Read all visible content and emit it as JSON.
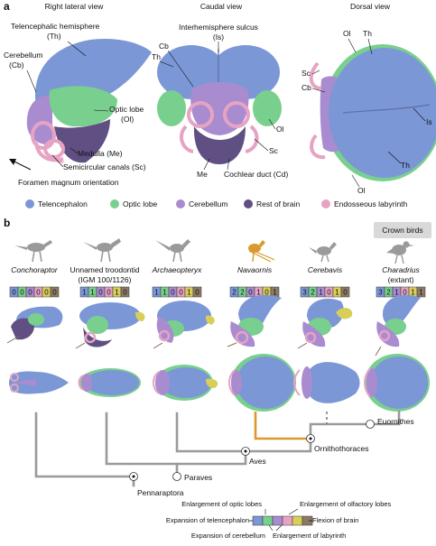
{
  "panel_a": {
    "label": "a",
    "view_titles": [
      "Right lateral view",
      "Caudal view",
      "Dorsal view"
    ],
    "lateral_labels": {
      "th": "Telencephalic hemisphere",
      "th_abbr": "(Th)",
      "cb": "Cerebellum",
      "cb_abbr": "(Cb)",
      "ol": "Optic lobe",
      "ol_abbr": "(Ol)",
      "me": "Medulla (Me)",
      "sc": "Semicircular canals (Sc)",
      "fm": "Foramen magnum orientation"
    },
    "caudal_labels": {
      "is": "Interhemisphere sulcus",
      "is_abbr": "(Is)",
      "cb": "Cb",
      "th": "Th",
      "ol": "Ol",
      "sc": "Sc",
      "me": "Me",
      "cd": "Cochlear duct (Cd)"
    },
    "dorsal_labels": {
      "ol_top": "Ol",
      "th_top": "Th",
      "sc": "Sc",
      "cb": "Cb",
      "is": "Is",
      "th_bottom": "Th",
      "ol_bottom": "Ol"
    },
    "legend": [
      {
        "label": "Telencephalon",
        "color": "#7b97d6"
      },
      {
        "label": "Optic lobe",
        "color": "#79cf8e"
      },
      {
        "label": "Cerebellum",
        "color": "#a98bd0"
      },
      {
        "label": "Rest of brain",
        "color": "#5f4f82"
      },
      {
        "label": "Endosseous labyrinth",
        "color": "#e6a3c3"
      }
    ]
  },
  "panel_b": {
    "label": "b",
    "crown_label": "Crown birds",
    "taxa": [
      {
        "name": "Conchoraptor",
        "italic": true,
        "code": [
          "0",
          "0",
          "0",
          "0",
          "0",
          "0"
        ]
      },
      {
        "name": "Unnamed troodontid",
        "sub": "(IGM 100/1126)",
        "italic": false,
        "code": [
          "1",
          "1",
          "0",
          "0",
          "1",
          "0"
        ]
      },
      {
        "name": "Archaeopteryx",
        "italic": true,
        "code": [
          "1",
          "1",
          "0",
          "0",
          "1",
          "0"
        ]
      },
      {
        "name": "Navaornis",
        "italic": true,
        "code": [
          "2",
          "2",
          "0",
          "1",
          "0",
          "1"
        ]
      },
      {
        "name": "Cerebavis",
        "italic": true,
        "code": [
          "3",
          "2",
          "1",
          "0",
          "1",
          "0"
        ]
      },
      {
        "name": "Charadrius",
        "sub": "(extant)",
        "italic": true,
        "code": [
          "3",
          "2",
          "1",
          "0",
          "1",
          "1"
        ]
      }
    ],
    "clades": {
      "euornithes": "Euornithes",
      "ornithothoraces": "Ornithothoraces",
      "aves": "Aves",
      "paraves": "Paraves",
      "pennaraptora": "Pennaraptora"
    },
    "key": {
      "optic": "Enlargement of optic lobes",
      "olfactory": "Enlargement of olfactory lobes",
      "telen": "Expansion of telencephalon",
      "flexion": "Flexion of brain",
      "cerebellum": "Expansion of cerebellum",
      "labyrinth": "Enlargement of labyrinth"
    },
    "code_colors": [
      "#7b97d6",
      "#79cf8e",
      "#a98bd0",
      "#e6a3c3",
      "#d8cf5a",
      "#8c7a66"
    ]
  }
}
